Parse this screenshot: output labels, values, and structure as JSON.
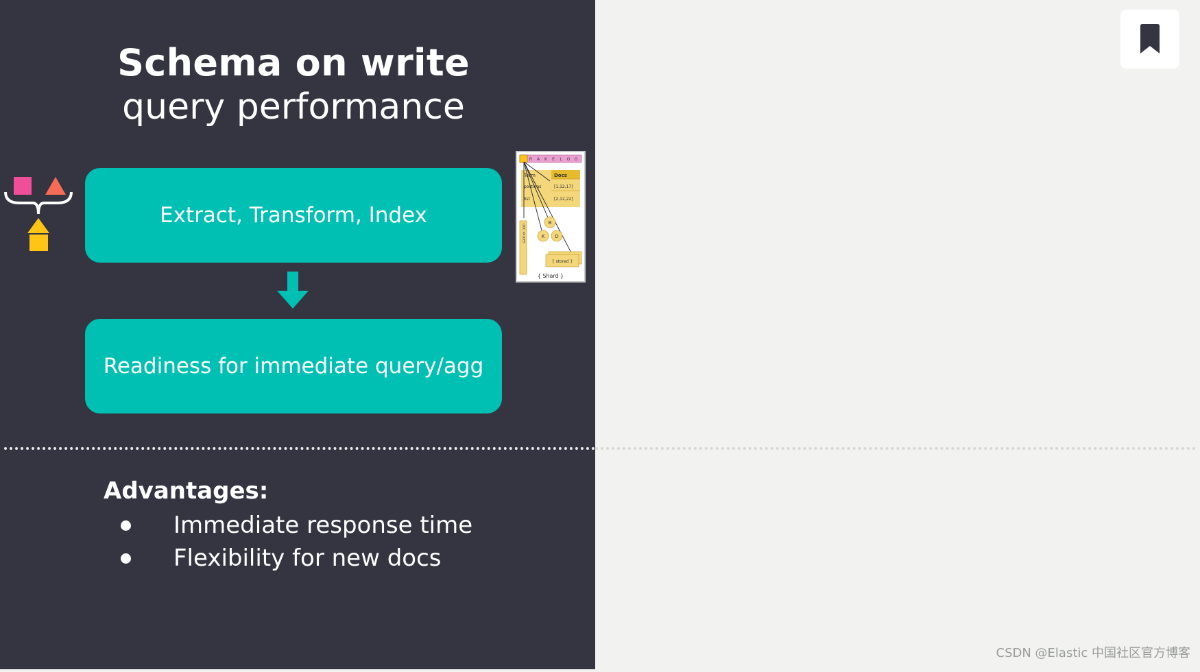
{
  "slide": {
    "title": "Schema on write",
    "subtitle": "query performance",
    "steps": [
      "Extract, Transform, Index",
      "Readiness for immediate query/agg"
    ],
    "advantages_title": "Advantages:",
    "advantages": [
      "Immediate response time",
      "Flexibility for new docs"
    ]
  },
  "shard_diagram": {
    "header_cells": [
      "R",
      "A",
      "K",
      "E",
      "L",
      "O",
      "G"
    ],
    "col_term": "Term",
    "col_docs": "Docs",
    "row1_label": "postings",
    "row1_docs": "[1,12,17]",
    "row2_label": "list",
    "row2_docs": "[2,12,22]",
    "doc_values": "DOC VALUES",
    "nodes": [
      "B",
      "K",
      "D"
    ],
    "stored": "{ stored }",
    "shard": "{ Shard }"
  },
  "watermark": "CSDN @Elastic 中国社区官方博客",
  "icons": {
    "bookmark": "bookmark-icon",
    "arrow": "arrow-down-icon",
    "shapes": "shapes-merge-icon"
  },
  "colors": {
    "panel_dark": "#343541",
    "accent_teal": "#00bfb3",
    "background_light": "#f2f3f0",
    "bookmark": "#343541",
    "shape_pink": "#f04e98",
    "shape_orange": "#f86b54",
    "shape_yellow": "#fec514"
  }
}
